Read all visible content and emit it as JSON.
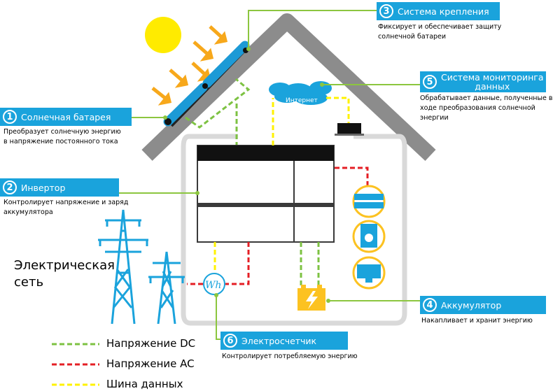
{
  "callouts": {
    "solar": {
      "num": "1",
      "title": "Солнечная батарея",
      "desc_l1": "Преобразует солнечную энергию",
      "desc_l2": "в напряжение постоянного тока"
    },
    "inverter": {
      "num": "2",
      "title": "Инвертор",
      "desc_l1": "Контролирует напряжение и заряд",
      "desc_l2": "аккумулятора"
    },
    "mount": {
      "num": "3",
      "title": "Система крепления",
      "desc_l1": "Фиксирует и обеспечивает защиту",
      "desc_l2": "солнечной батареи"
    },
    "battery": {
      "num": "4",
      "title": "Аккумулятор",
      "desc_l1": "Накапливает и хранит энергию"
    },
    "monitor": {
      "num": "5",
      "title_l1": "Система мониторинга",
      "title_l2": "данных",
      "desc_l1": "Обрабатывает данные, полученные в",
      "desc_l2": "ходе преобразования солнечной энергии"
    },
    "meter": {
      "num": "6",
      "title": "Электросчетчик",
      "desc_l1": "Контролирует потребляемую энергию"
    }
  },
  "grid_label": {
    "l1": "Электрическая",
    "l2": "сеть"
  },
  "internet_label": "Интернет",
  "meter_symbol": "Wh",
  "legend": [
    {
      "label": "Напряжение DC",
      "color": "#7dc242"
    },
    {
      "label": "Напряжение AC",
      "color": "#e41f25"
    },
    {
      "label": "Шина данных",
      "color": "#fff200"
    }
  ],
  "colors": {
    "accent": "#1aa3dc",
    "house": "#8c8c8c",
    "sun": "#ffeb00",
    "pointer": "#8cc63f"
  }
}
